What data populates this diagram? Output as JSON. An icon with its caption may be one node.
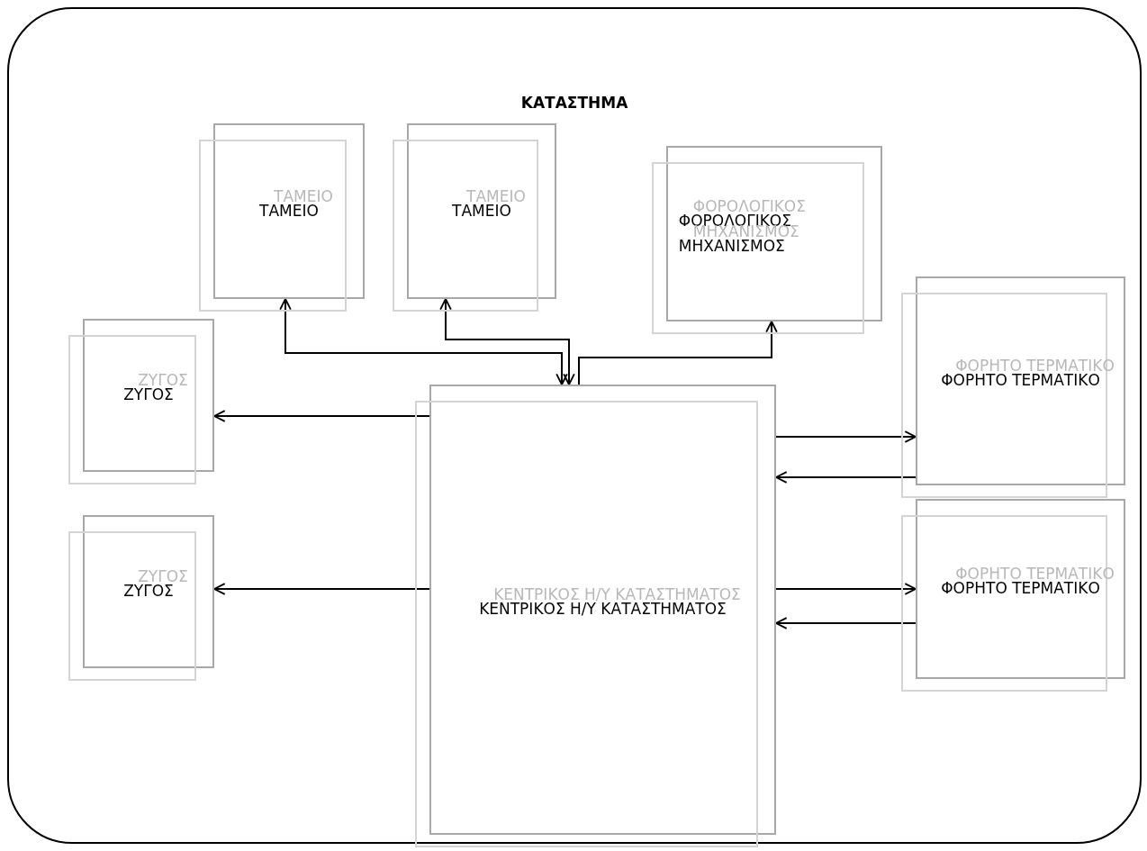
{
  "diagram": {
    "nodes": [
      {
        "text": [
          "ΚΑΤΑΣΤΗΜΑ"
        ]
      },
      {
        "text": [
          "ΤΑΜΕΙΟ"
        ],
        "in": 0
      },
      {
        "text": [
          "ΤΑΜΕΙΟ"
        ],
        "in": 0
      },
      {
        "text": [
          "ΦΟΡΟΛΟΓΙΚΟΣ ΜΗΧΑΝΙΣΜΟΣ"
        ],
        "in": 0
      },
      {
        "text": [
          "ΦΟΡΗΤΟ ΤΕΡΜΑΤΙΚΟ"
        ],
        "in": 0
      },
      {
        "text": [
          "ΖΥΓΟΣ"
        ],
        "in": 0
      },
      {
        "text": [
          "ΚΕΝΤΡΙΚΟΣ Η/Υ ΚΑΤΑΣΤΗΜΑΤΟΣ"
        ],
        "in": 0
      },
      {
        "text": [
          "ΖΥΓΟΣ"
        ],
        "in": 0
      },
      {
        "text": [
          "ΦΟΡΗΤΟ ΤΕΡΜΑΤΙΚΟ"
        ],
        "in": 0
      }
    ],
    "edges": [
      {
        "from": 6,
        "to": 1,
        "arrow": "both"
      },
      {
        "from": 6,
        "to": 2,
        "arrow": "both"
      },
      {
        "from": 6,
        "to": 3,
        "arrow": "to"
      },
      {
        "from": 6,
        "to": 5,
        "arrow": "to"
      },
      {
        "from": 6,
        "to": 4,
        "arrow": "to"
      },
      {
        "from": 4,
        "to": 6,
        "arrow": "to"
      },
      {
        "from": 6,
        "to": 7,
        "arrow": "to"
      },
      {
        "from": 6,
        "to": 8,
        "arrow": "to"
      },
      {
        "from": 8,
        "to": 6,
        "arrow": "to"
      }
    ]
  }
}
